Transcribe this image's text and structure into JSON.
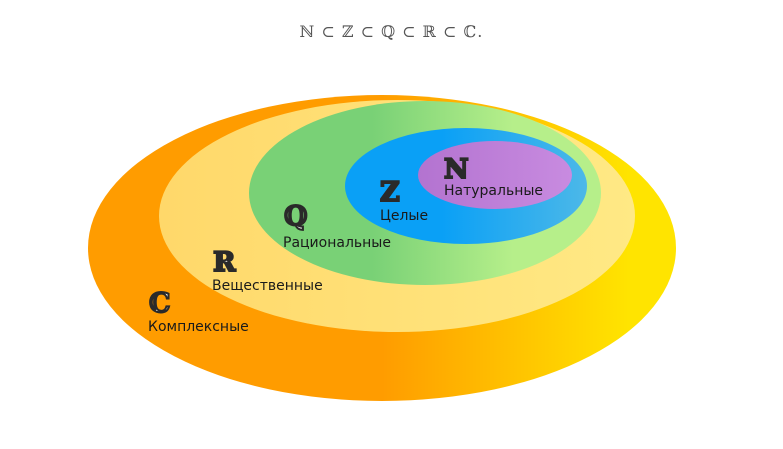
{
  "header": {
    "formula": "ℕ ⊂ ℤ ⊂ ℚ ⊂ ℝ ⊂ ℂ."
  },
  "sets": [
    {
      "id": "complex",
      "symbol": "ℂ",
      "name": "Комплексные",
      "color_start": "#ff9c00",
      "color_end": "#ffe400"
    },
    {
      "id": "real",
      "symbol": "ℝ",
      "name": "Вещественные",
      "color_start": "#ffd86a",
      "color_end": "#ffe985"
    },
    {
      "id": "rational",
      "symbol": "ℚ",
      "name": "Рациональные",
      "color_start": "#79d176",
      "color_end": "#b6ef8a"
    },
    {
      "id": "integer",
      "symbol": "ℤ",
      "name": "Целые",
      "color_start": "#0aa0f6",
      "color_end": "#4cb8e8"
    },
    {
      "id": "natural",
      "symbol": "ℕ",
      "name": "Натуральные",
      "color_start": "#b373d0",
      "color_end": "#c88be0"
    }
  ]
}
